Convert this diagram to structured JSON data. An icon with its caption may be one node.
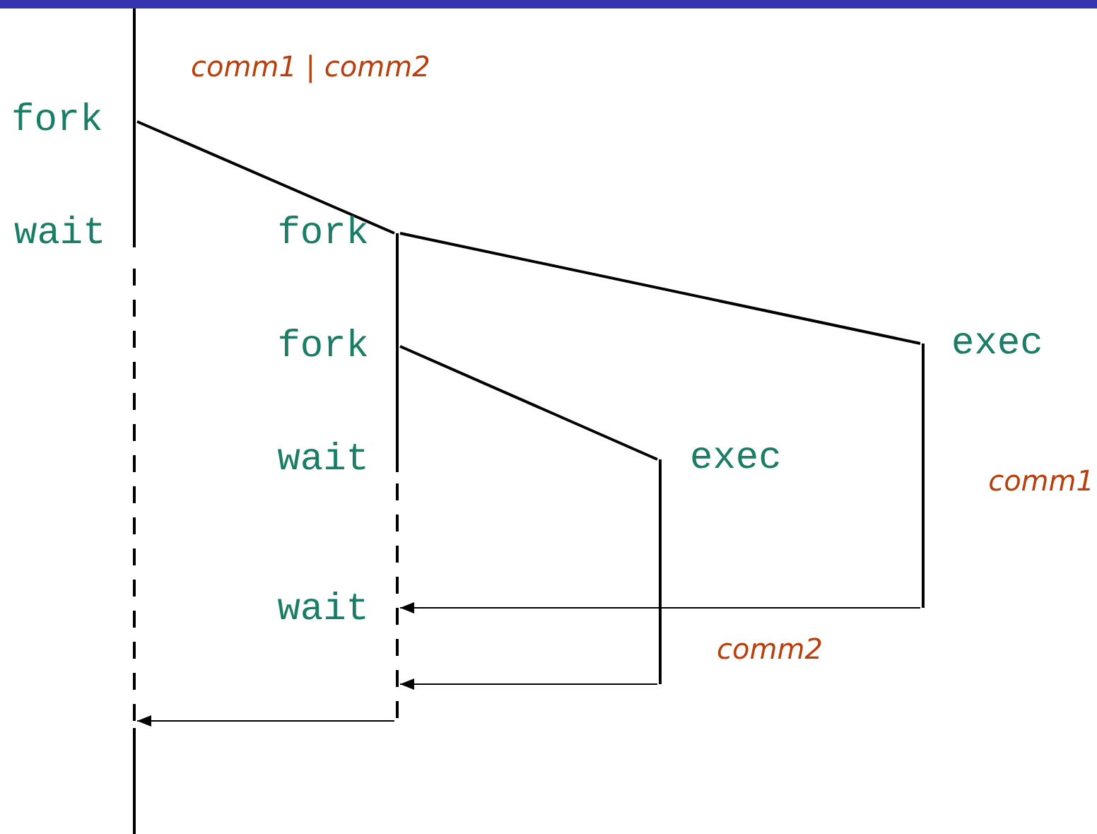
{
  "diagram": {
    "nodes": [
      {
        "text": [],
        "shape": "bar",
        "beside": [
          "fork",
          "wait"
        ]
      },
      {
        "text": [],
        "shape": "bar",
        "beside": [
          "fork",
          "fork",
          "wait",
          "wait"
        ]
      },
      {
        "text": [],
        "shape": "bar",
        "beside": [
          "exec"
        ]
      },
      {
        "text": [],
        "shape": "bar",
        "beside": [
          "exec"
        ]
      }
    ],
    "edges": [
      {
        "from": 0,
        "to": 1,
        "arrow": "none"
      },
      {
        "from": 1,
        "to": 3,
        "arrow": "none"
      },
      {
        "from": 1,
        "to": 2,
        "arrow": "none"
      },
      {
        "from": 3,
        "to": 1,
        "arrow": "to"
      },
      {
        "from": 2,
        "to": 1,
        "arrow": "to"
      },
      {
        "from": 1,
        "to": 0,
        "arrow": "to"
      }
    ],
    "labels": [
      "comm1 | comm2",
      "comm1",
      "comm2"
    ]
  }
}
